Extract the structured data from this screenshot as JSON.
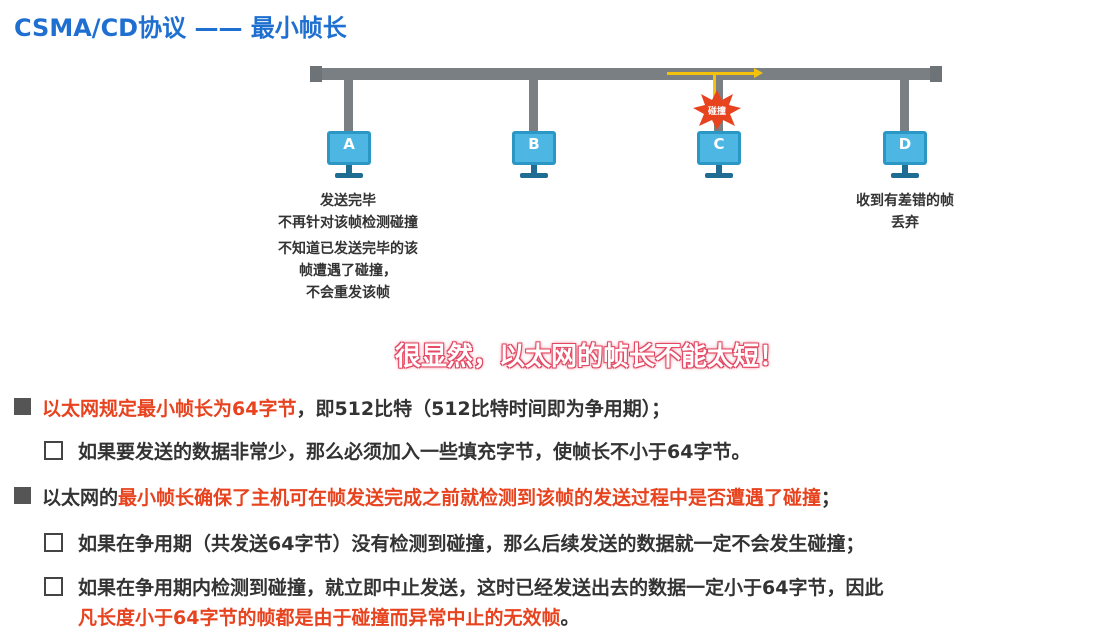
{
  "title": "CSMA/CD协议 —— 最小帧长",
  "diagram": {
    "hosts": [
      {
        "label": "A"
      },
      {
        "label": "B"
      },
      {
        "label": "C"
      },
      {
        "label": "D"
      }
    ],
    "collision_label": "碰撞",
    "note_a_1": "发送完毕",
    "note_a_2": "不再针对该帧检测碰撞",
    "note_a_3": "不知道已发送完毕的该",
    "note_a_4": "帧遭遇了碰撞，",
    "note_a_5": "不会重发该帧",
    "note_d_1": "收到有差错的帧",
    "note_d_2": "丢弃",
    "colors": {
      "bus": "#7a7f84",
      "host": "#2a97c5",
      "signal": "#f4c20d",
      "burst": "#e8431f"
    }
  },
  "slogan": "很显然，以太网的帧长不能太短！",
  "bullets": {
    "b1_red": "以太网规定最小帧长为64字节",
    "b1_rest": "，即512比特（512比特时间即为争用期）；",
    "b1_sub": "如果要发送的数据非常少，那么必须加入一些填充字节，使帧长不小于64字节。",
    "b2_pre": "以太网的",
    "b2_red": "最小帧长确保了主机可在帧发送完成之前就检测到该帧的发送过程中是否遭遇了碰撞",
    "b2_post": "；",
    "b2_sub1": "如果在争用期（共发送64字节）没有检测到碰撞，那么后续发送的数据就一定不会发生碰撞；",
    "b2_sub2_line1": "如果在争用期内检测到碰撞，就立即中止发送，这时已经发送出去的数据一定小于64字节，因此",
    "b2_sub2_line2_red": "凡长度小于64字节的帧都是由于碰撞而异常中止的无效帧",
    "b2_sub2_line2_end": "。"
  }
}
